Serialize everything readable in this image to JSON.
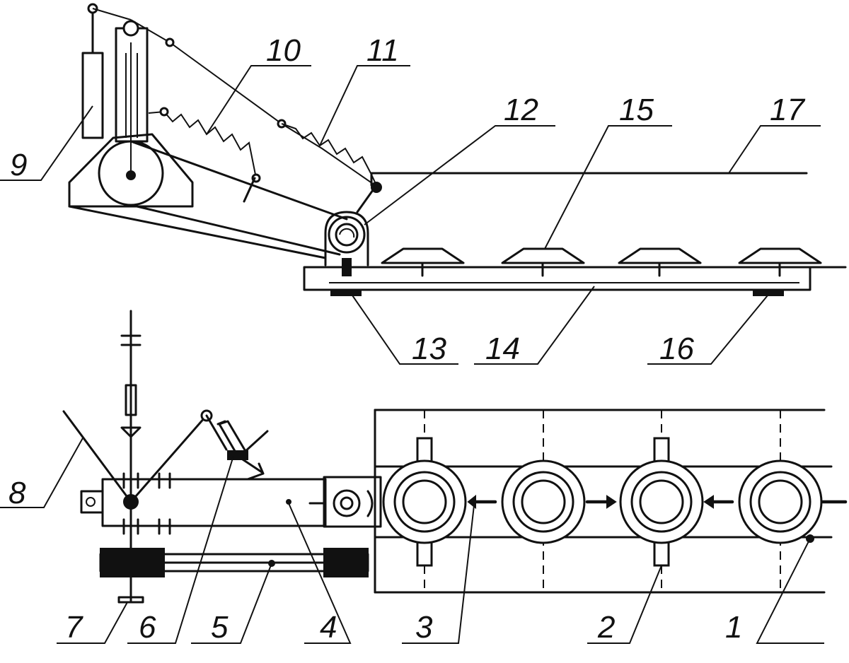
{
  "labels": [
    "1",
    "2",
    "3",
    "4",
    "5",
    "6",
    "7",
    "8",
    "9",
    "10",
    "11",
    "12",
    "13",
    "14",
    "15",
    "16",
    "17"
  ]
}
